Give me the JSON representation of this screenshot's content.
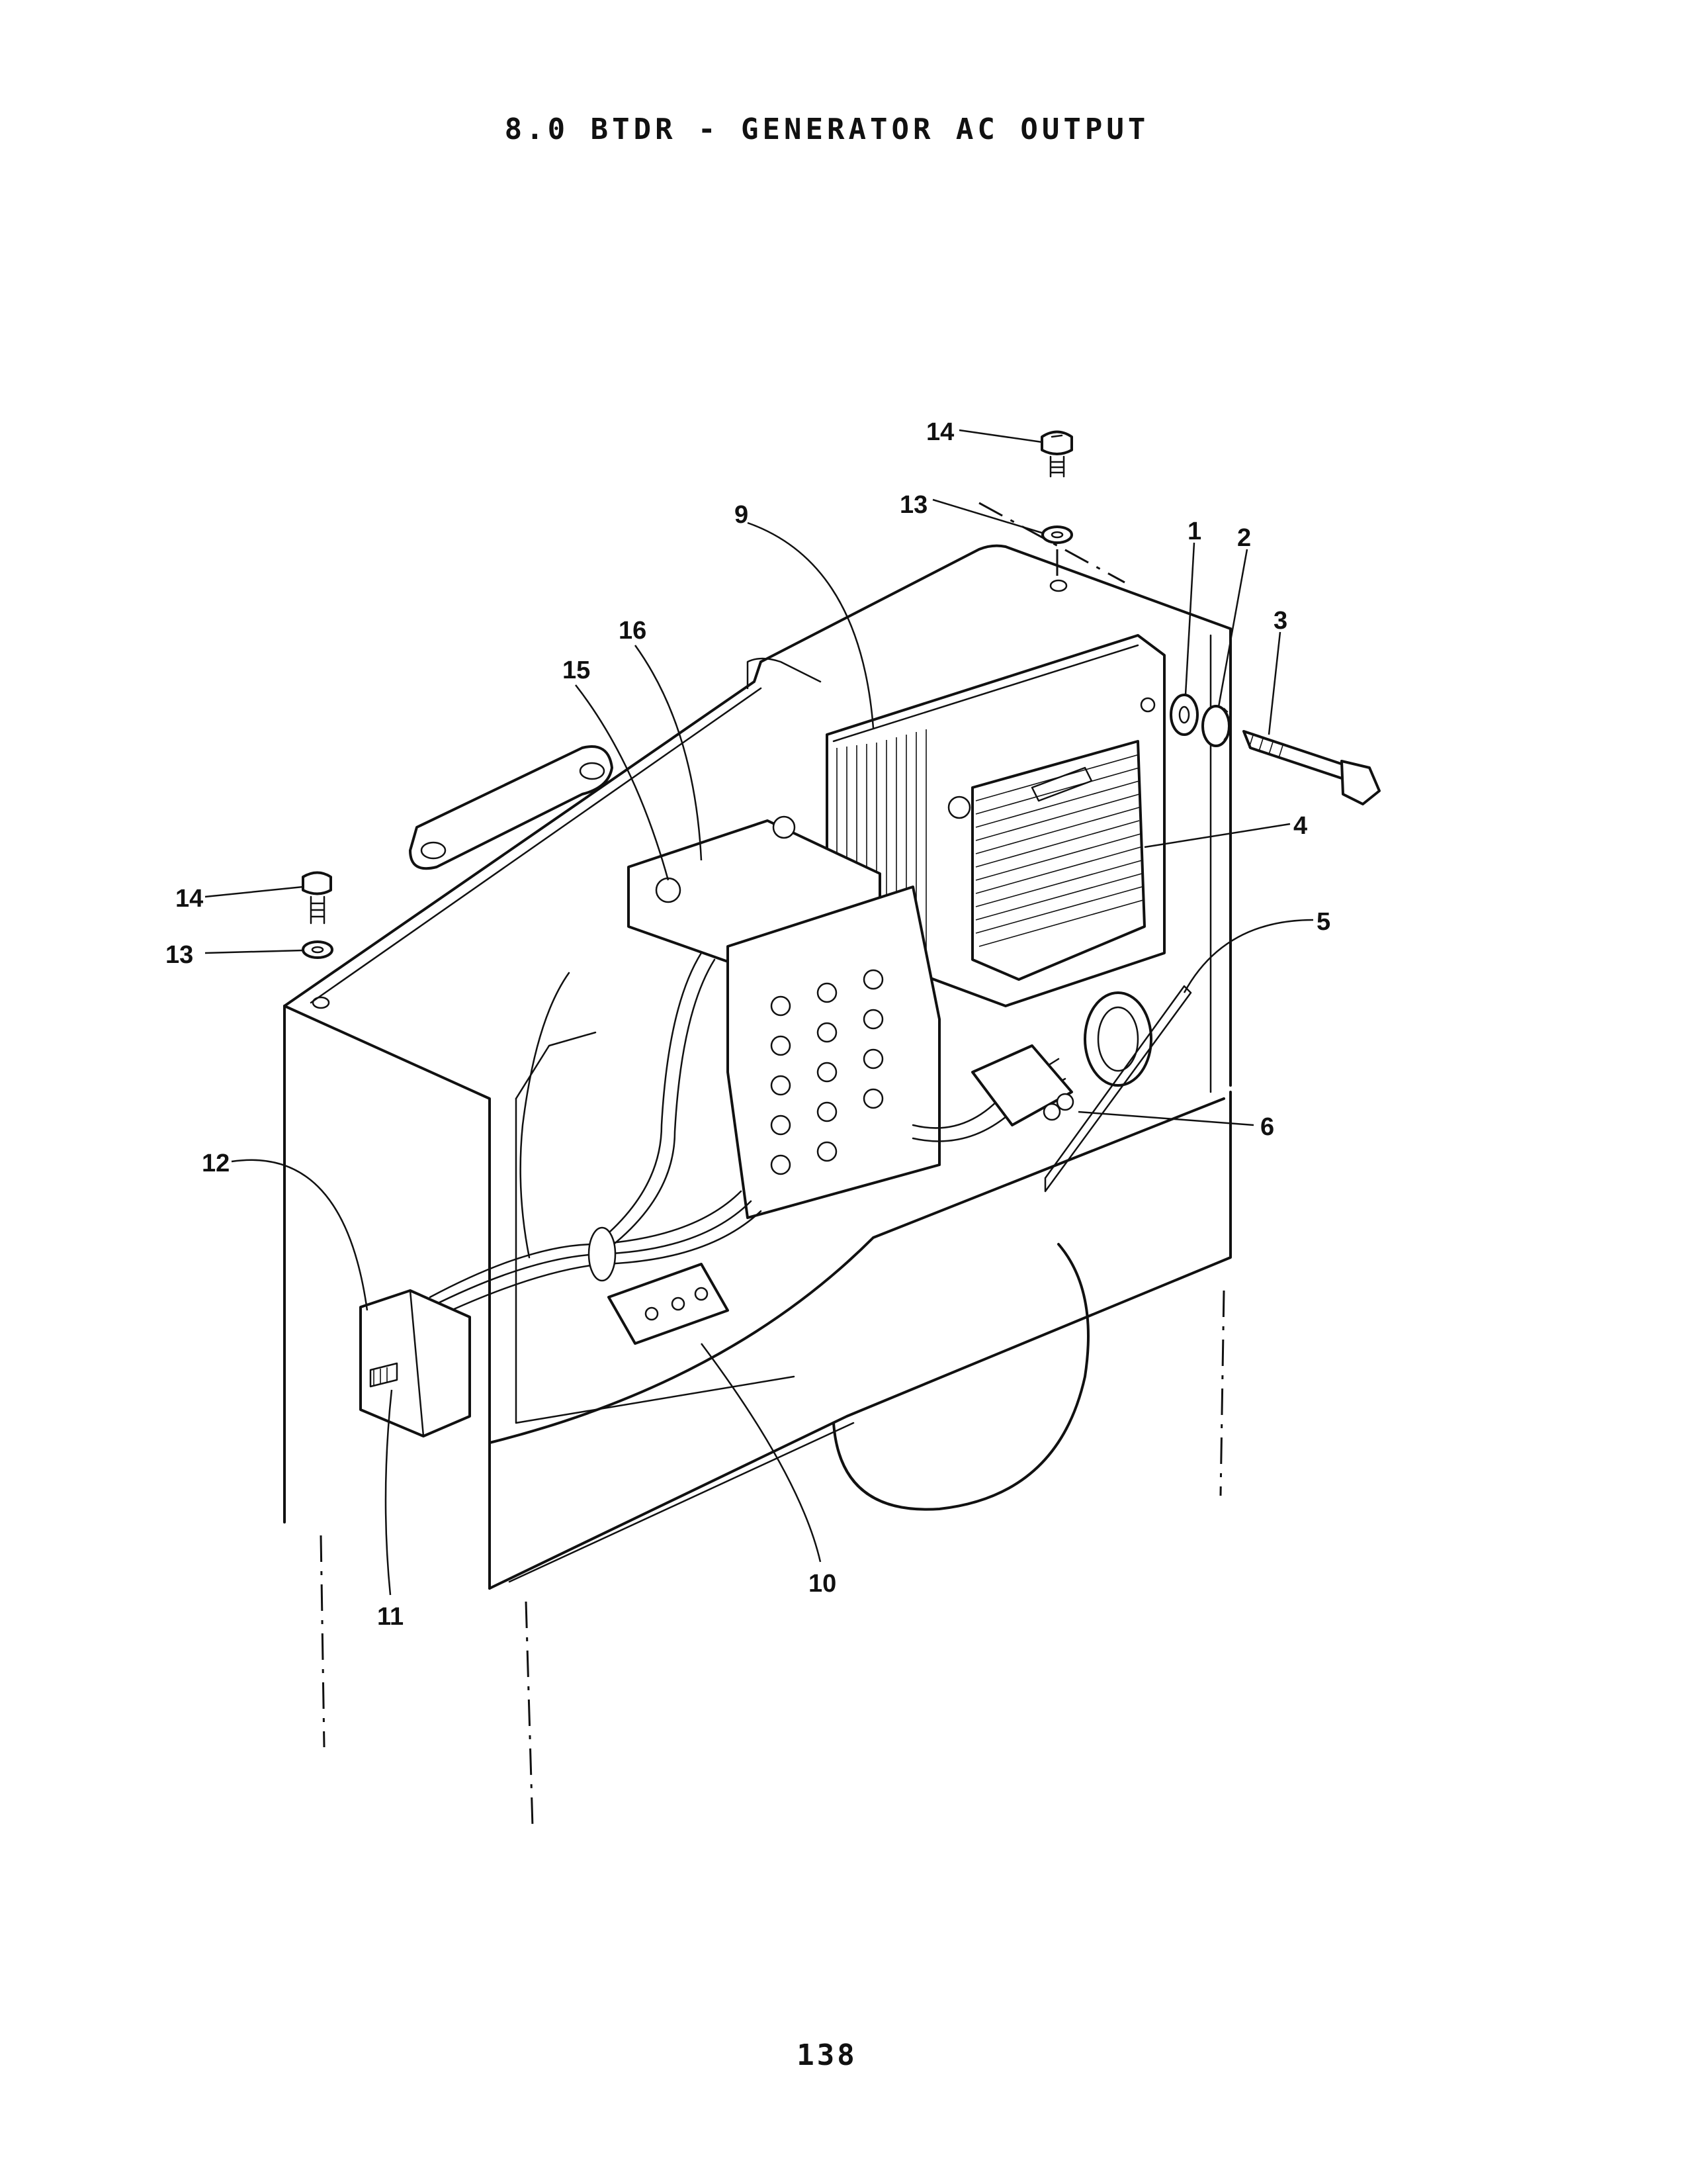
{
  "title": "8.0 BTDR - GENERATOR AC OUTPUT",
  "page_number": "138",
  "callouts": {
    "c1": "1",
    "c2": "2",
    "c3": "3",
    "c4": "4",
    "c5": "5",
    "c6": "6",
    "c9": "9",
    "c10": "10",
    "c11": "11",
    "c12": "12",
    "c13a": "13",
    "c13b": "13",
    "c14a": "14",
    "c14b": "14",
    "c15": "15",
    "c16": "16"
  }
}
